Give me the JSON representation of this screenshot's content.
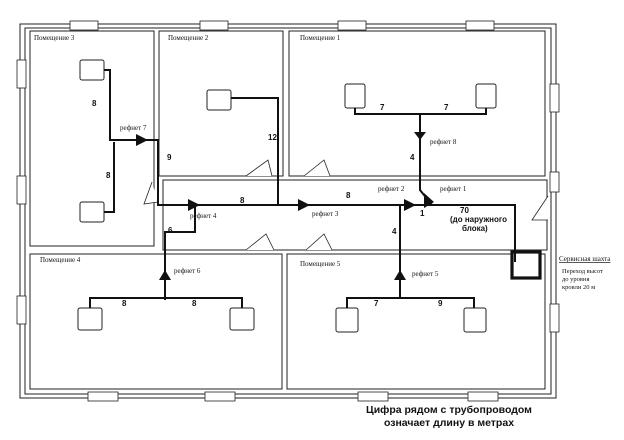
{
  "rooms": [
    {
      "label": "Помещение   1"
    },
    {
      "label": "Помещение   2"
    },
    {
      "label": "Помещение   3"
    },
    {
      "label": "Помещение   4"
    },
    {
      "label": "Помещение   5"
    }
  ],
  "refnets": [
    {
      "label": "рефнет 1"
    },
    {
      "label": "рефнет 2"
    },
    {
      "label": "рефнет 3"
    },
    {
      "label": "рефнет 4"
    },
    {
      "label": "рефнет 5"
    },
    {
      "label": "рефнет 6"
    },
    {
      "label": "рефнет 7"
    },
    {
      "label": "рефнет 8"
    }
  ],
  "pipe_lengths": [
    "8",
    "8",
    "9",
    "12",
    "8",
    "8",
    "7",
    "7",
    "4",
    "1",
    "4",
    "7",
    "9",
    "8",
    "8",
    "6"
  ],
  "outdoor_note": {
    "value": "70",
    "text": "(до наружного",
    "text2": "блока)"
  },
  "shaft": {
    "label": "Сервисная шахта",
    "note_line1": "Переход высот",
    "note_line2": "до уровня",
    "note_line3": "кровли 20 м"
  },
  "caption": {
    "line1": "Цифра рядом с трубопроводом",
    "line2": "означает длину в метрах"
  }
}
